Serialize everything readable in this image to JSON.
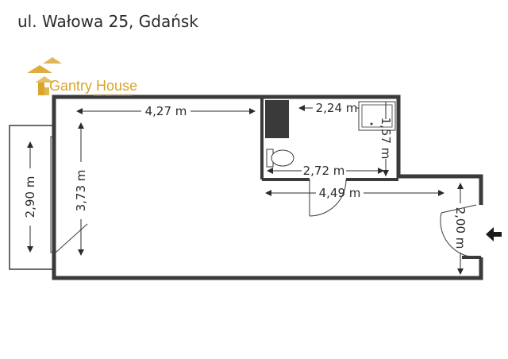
{
  "header": {
    "address": "ul. Wałowa 25, Gdańsk"
  },
  "brand": {
    "name": "Gantry House",
    "tagline": "BIURO NIERUCHOMOŚCI",
    "color": "#d9a52a"
  },
  "dimensions": {
    "main_room_width": "4,27 m",
    "main_room_height": "3,73 m",
    "balcony_height": "2,90 m",
    "bathroom_width": "2,24 m",
    "bathroom_height": "1,57 m",
    "bathroom_bottom": "2,72 m",
    "hall_width": "4,49 m",
    "entrance_height": "2,00 m"
  },
  "colors": {
    "wall": "#3a3a3a",
    "dark_fill": "#3a3a3a",
    "line": "#2b2b2b",
    "arrow": "#1a1a1a"
  }
}
